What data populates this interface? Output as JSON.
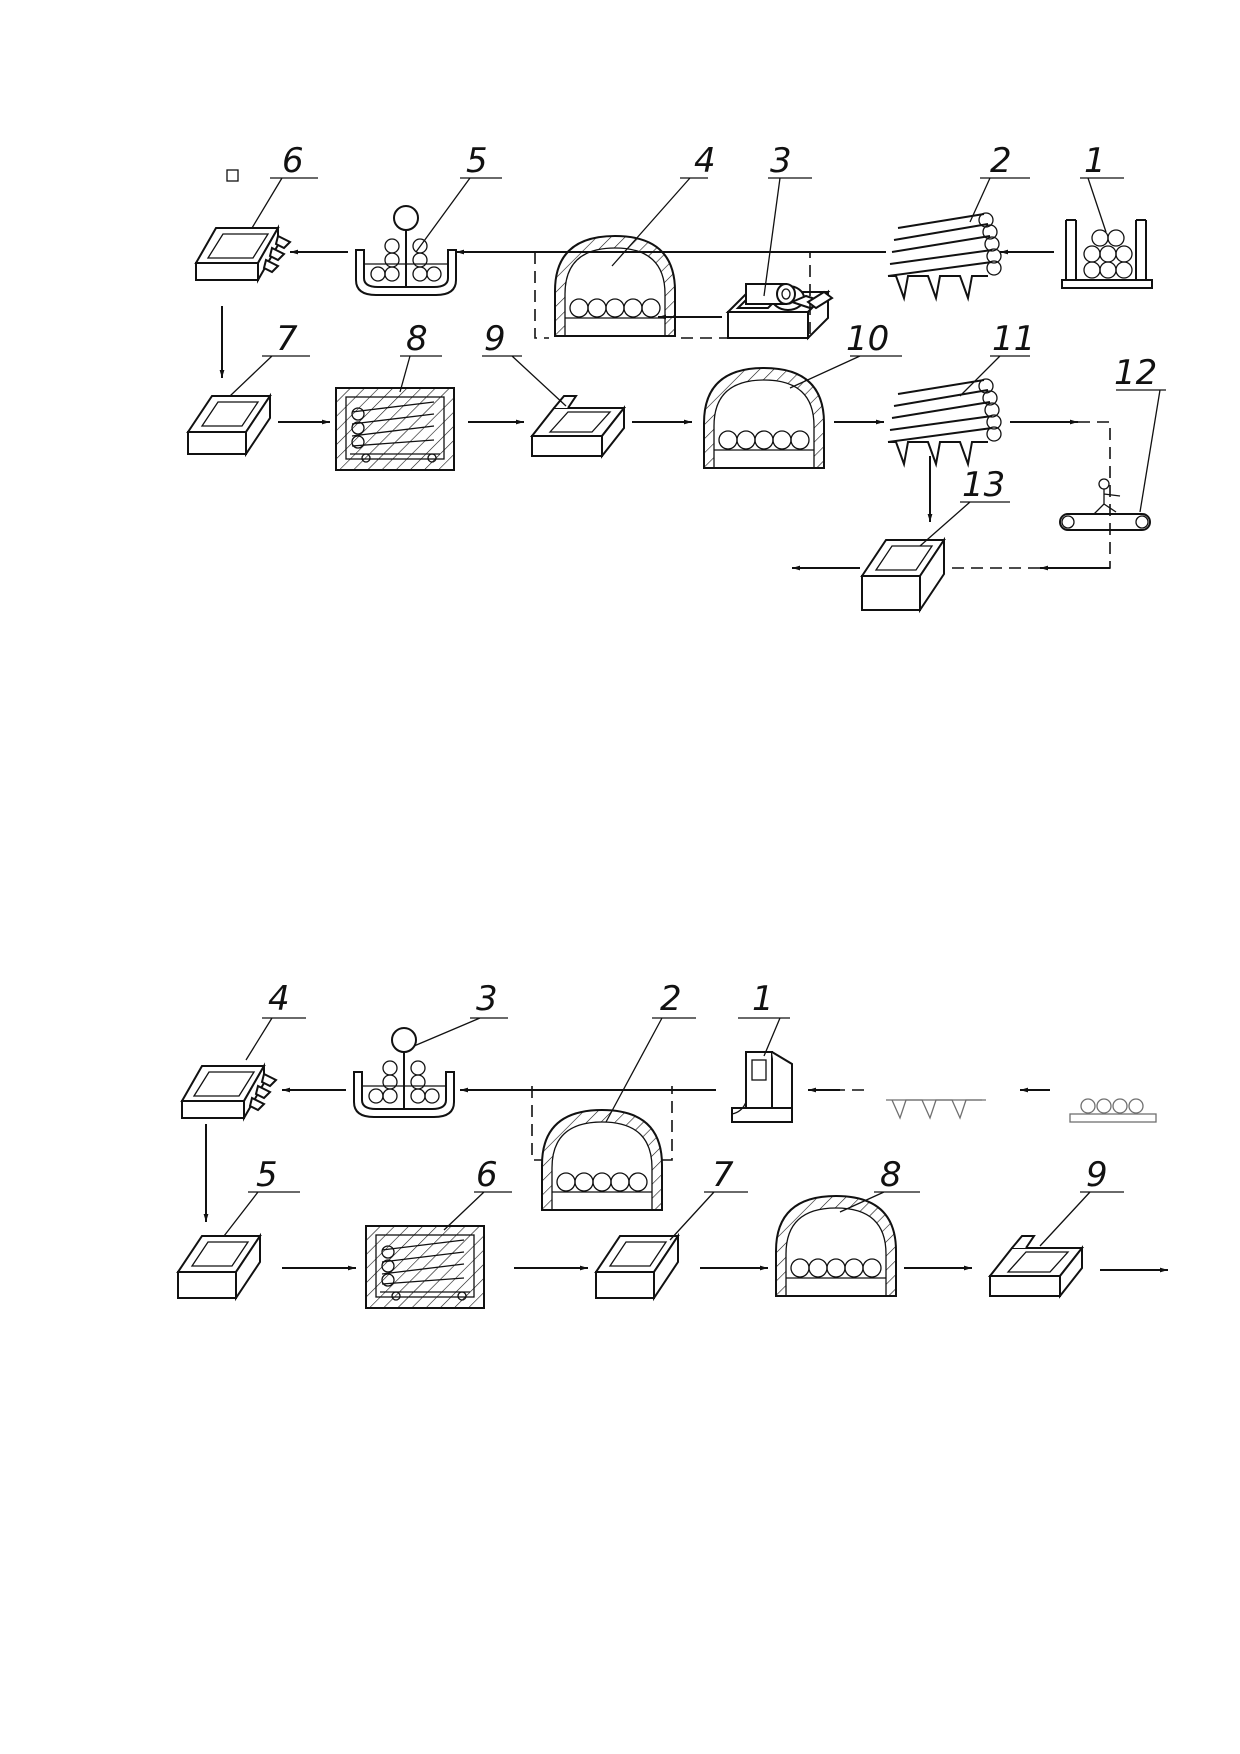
{
  "diagram_top": {
    "labels": [
      "1",
      "2",
      "3",
      "4",
      "5",
      "6",
      "7",
      "8",
      "9",
      "10",
      "11",
      "12",
      "13"
    ]
  },
  "diagram_bottom": {
    "labels": [
      "1",
      "2",
      "3",
      "4",
      "5",
      "6",
      "7",
      "8",
      "9"
    ]
  },
  "colors": {
    "ink": "#111111",
    "paper": "#ffffff"
  }
}
